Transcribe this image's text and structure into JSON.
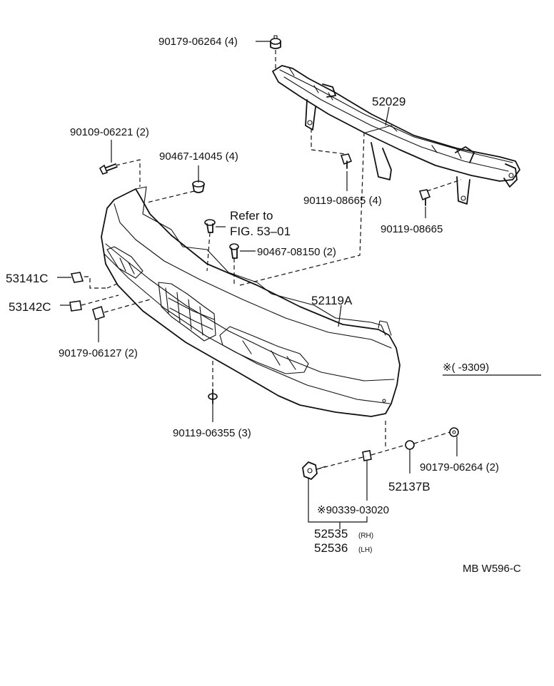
{
  "labels": {
    "p_90179_06264_top": "90179-06264 (4)",
    "p_52029": "52029",
    "p_90109_06221": "90109-06221 (2)",
    "p_90467_14045": "90467-14045 (4)",
    "p_90119_08665_4": "90119-08665 (4)",
    "p_90119_08665": "90119-08665",
    "refer_line1": "Refer to",
    "refer_line2": "FIG. 53–01",
    "p_90467_08150": "90467-08150 (2)",
    "p_53141C": "53141C",
    "p_53142C": "53142C",
    "p_52119A": "52119A",
    "p_90179_06127": "90179-06127 (2)",
    "date_note": "※(        -9309)",
    "p_90119_06355": "90119-06355 (3)",
    "p_90179_06264_bottom": "90179-06264 (2)",
    "p_52137B": "52137B",
    "p_90339_03020": "※90339-03020",
    "p_52535": "52535",
    "p_52535_side": "(RH)",
    "p_52536": "52536",
    "p_52536_side": "(LH)",
    "diagram_code": "MB W596-C"
  },
  "icons": {
    "bolt": "bolt-icon",
    "clip": "clip-icon",
    "nut": "nut-icon",
    "retainer": "retainer-icon"
  }
}
